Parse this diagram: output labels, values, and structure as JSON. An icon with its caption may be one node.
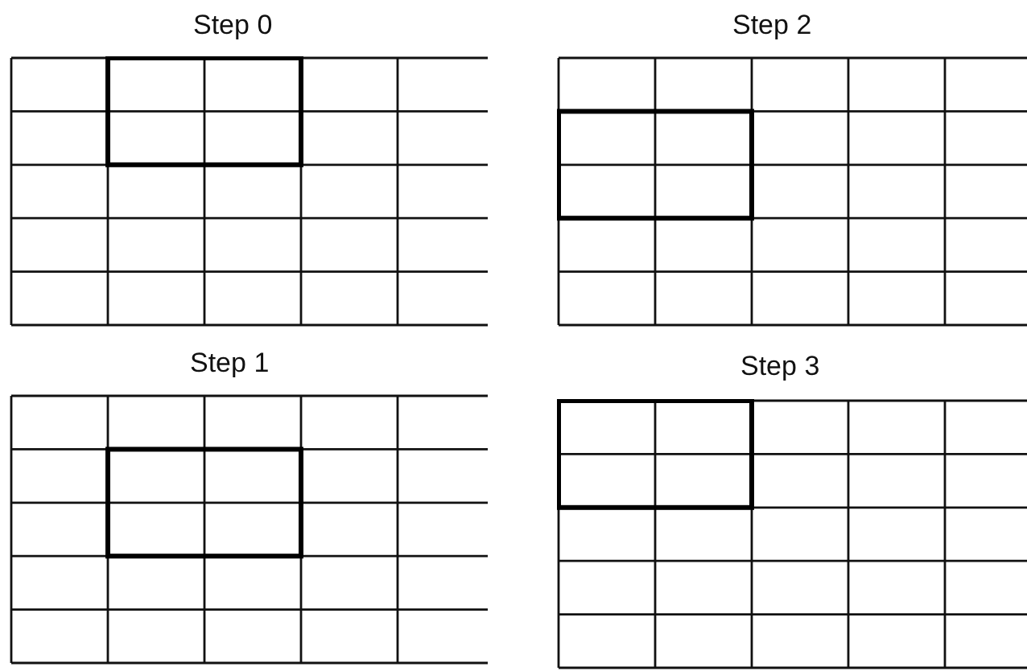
{
  "diagram": {
    "labels": [
      "Step 0",
      "Step 2",
      "Step 1",
      "Step 3"
    ]
  }
}
